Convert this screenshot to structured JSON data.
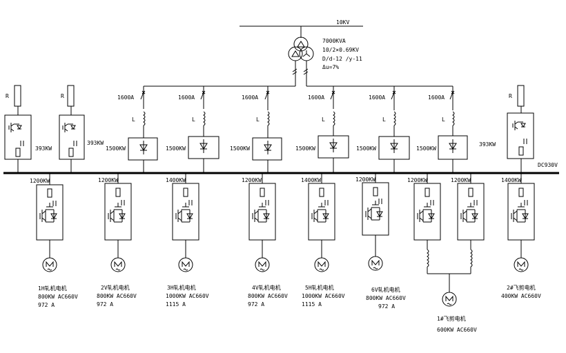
{
  "source": {
    "label": "10KV"
  },
  "transformer": {
    "rating": "7000KVA",
    "ratio": "10/2×0.69KV",
    "vector_group": "D/d-12 /y-11",
    "impedance": "Δu=7%"
  },
  "dc_bus": {
    "label": "DC930V"
  },
  "rectifiers": [
    {
      "breaker": "1600A",
      "reactor": "L",
      "rating": "1500KW"
    },
    {
      "breaker": "1600A",
      "reactor": "L",
      "rating": "1500KW"
    },
    {
      "breaker": "1600A",
      "reactor": "L",
      "rating": "1500KW"
    },
    {
      "breaker": "1600A",
      "reactor": "L",
      "rating": "1500KW"
    },
    {
      "breaker": "1600A",
      "reactor": "L",
      "rating": "1500KW"
    },
    {
      "breaker": "1600A",
      "reactor": "L",
      "rating": "1500KW"
    }
  ],
  "brake_units": [
    {
      "resistor": "R",
      "rating": "393KW"
    },
    {
      "resistor": "R",
      "rating": "393KW"
    },
    {
      "rating": "393KW"
    }
  ],
  "inverters": [
    {
      "rating": "1200KW",
      "line1": "1H轧机电机",
      "line2": "800KW  AC660V",
      "line3": "972 A"
    },
    {
      "rating": "1200KW",
      "line1": "2V轧机电机",
      "line2": "800KW  AC660V",
      "line3": "972 A"
    },
    {
      "rating": "1400KW",
      "line1": "3H轧机电机",
      "line2": "1000KW AC660V",
      "line3": "1115 A"
    },
    {
      "rating": "1200KW",
      "line1": "4V轧机电机",
      "line2": "800KW  AC660V",
      "line3": "972 A"
    },
    {
      "rating": "1400KW",
      "line1": "5H轧机电机",
      "line2": "1000KW AC660V",
      "line3": "1115 A"
    },
    {
      "rating": "1200KW",
      "line1": "6V轧机电机",
      "line2": "800KW  AC660V",
      "line3": "972 A"
    },
    {
      "rating": "1200KW"
    },
    {
      "rating": "1200KW"
    },
    {
      "rating": "1400KW",
      "line1": "2#飞剪电机",
      "line2": "400KW  AC660V"
    }
  ],
  "shared_motor": {
    "line1": "1#飞剪电机",
    "line2": "600KW AC660V"
  }
}
